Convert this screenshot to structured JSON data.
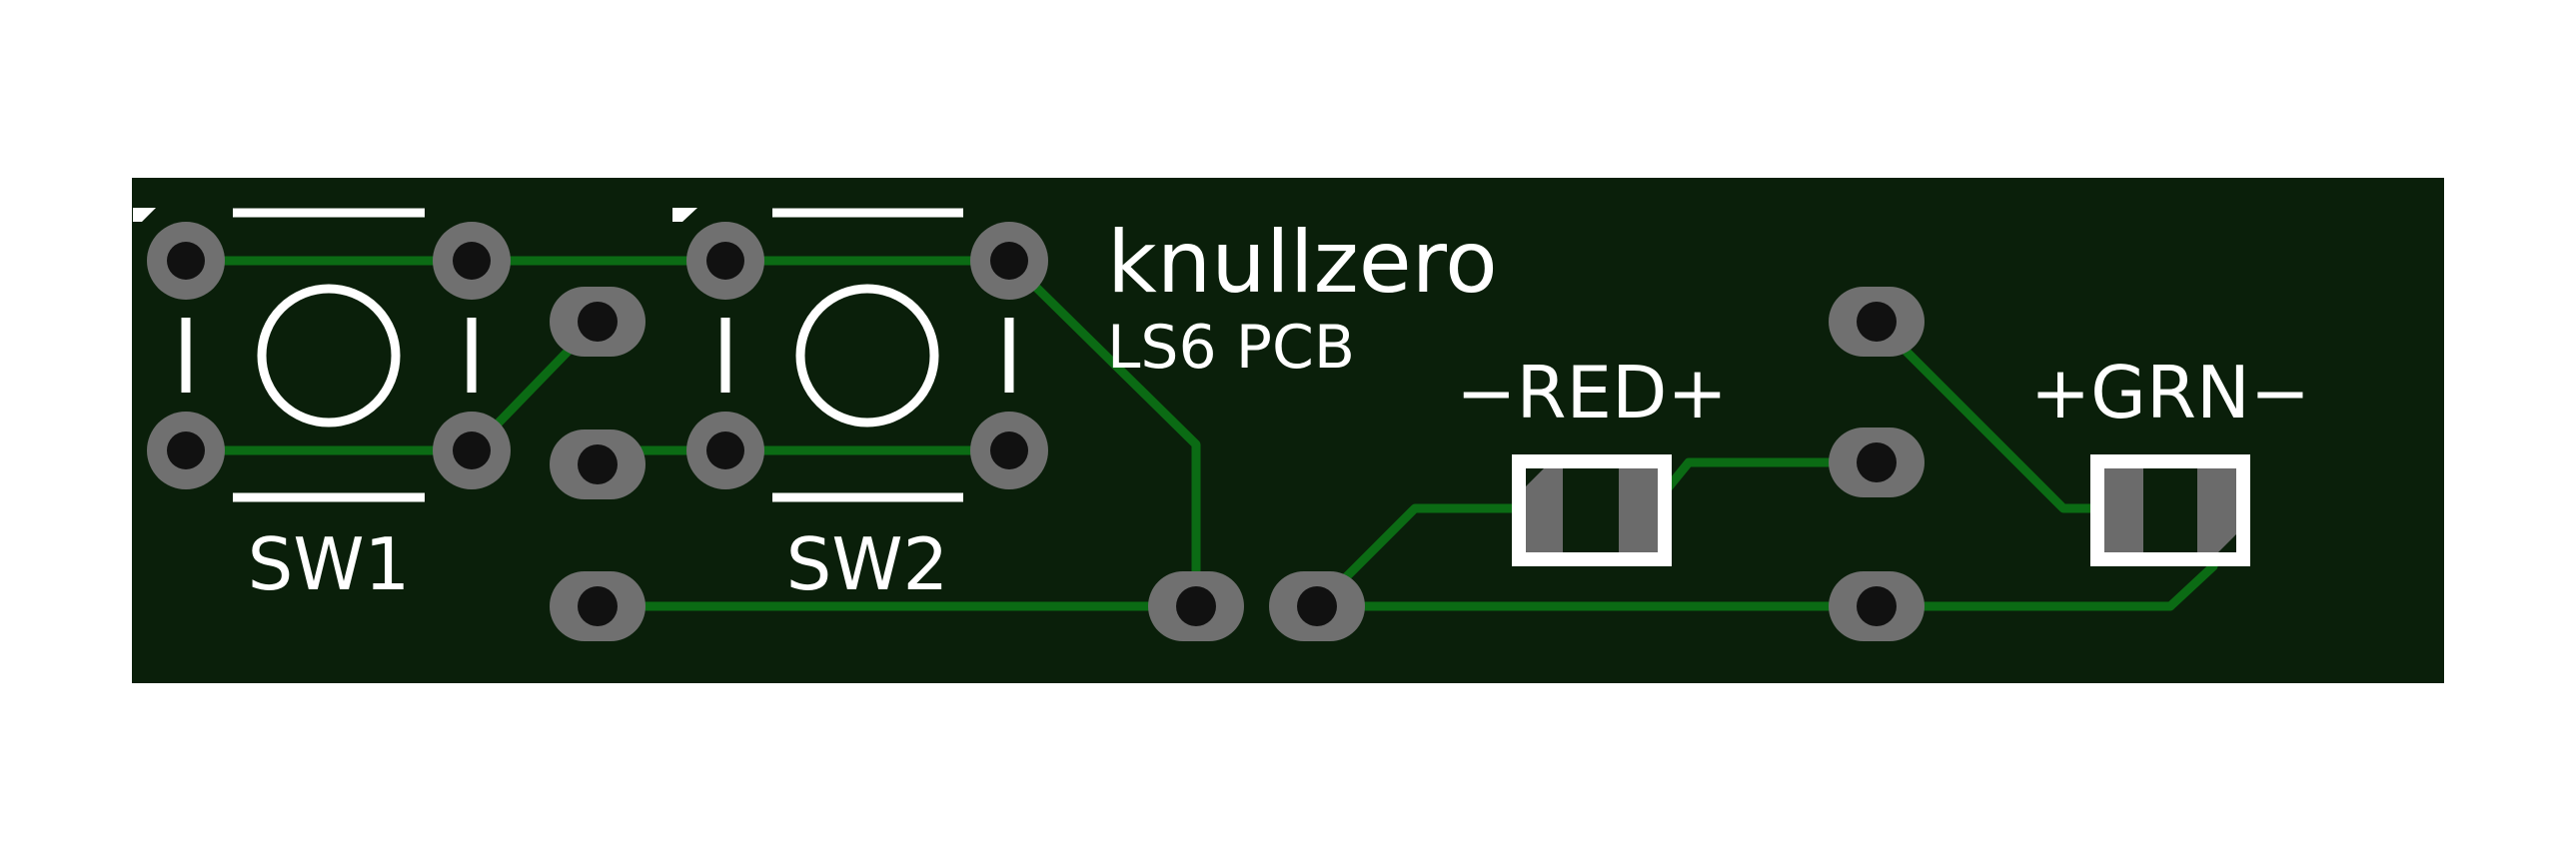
{
  "board": {
    "title": "knullzero",
    "subtitle": "LS6 PCB",
    "colors": {
      "board": "#0a1f0a",
      "trace": "#0b6b14",
      "pad": "#707070",
      "hole": "#111111",
      "silk": "#ffffff",
      "smd_pad": "#6b6b6b"
    }
  },
  "labels": {
    "sw1": "SW1",
    "sw2": "SW2",
    "led_red": "−RED+",
    "led_grn": "+GRN−"
  }
}
